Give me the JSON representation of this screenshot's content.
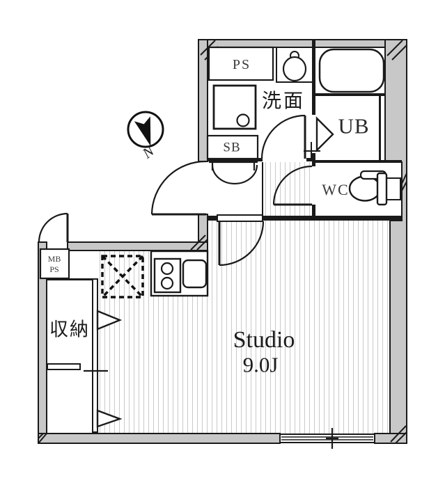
{
  "drawing_type": "apartment-floor-plan",
  "colors": {
    "wall_fill": "#c8c8c8",
    "line": "#1a1a1a",
    "floor_stripe": "#c9c9c9",
    "background": "#ffffff"
  },
  "rooms": {
    "ps": "PS",
    "washroom": "洗面",
    "unit_bath": "UB",
    "shoe_box": "SB",
    "wc": "WC",
    "closet": "収納",
    "studio_name": "Studio",
    "studio_area": "9.0J"
  },
  "meter_box": {
    "line1": "MB",
    "line2": "PS"
  },
  "compass": {
    "north_label": "N"
  },
  "icons": {
    "compass": "north-arrow-in-circle",
    "bathtub": "rounded-rectangle-tub",
    "toilet": "bowl-with-tank",
    "washbasin": "round-basin-with-tap",
    "washing_machine_pan": "square-with-drain-circle",
    "stove": "two-burner-circles",
    "kitchen_sink": "rounded-square",
    "refrigerator_space": "dashed-box-with-x",
    "window": "double-line-sliding-window"
  }
}
